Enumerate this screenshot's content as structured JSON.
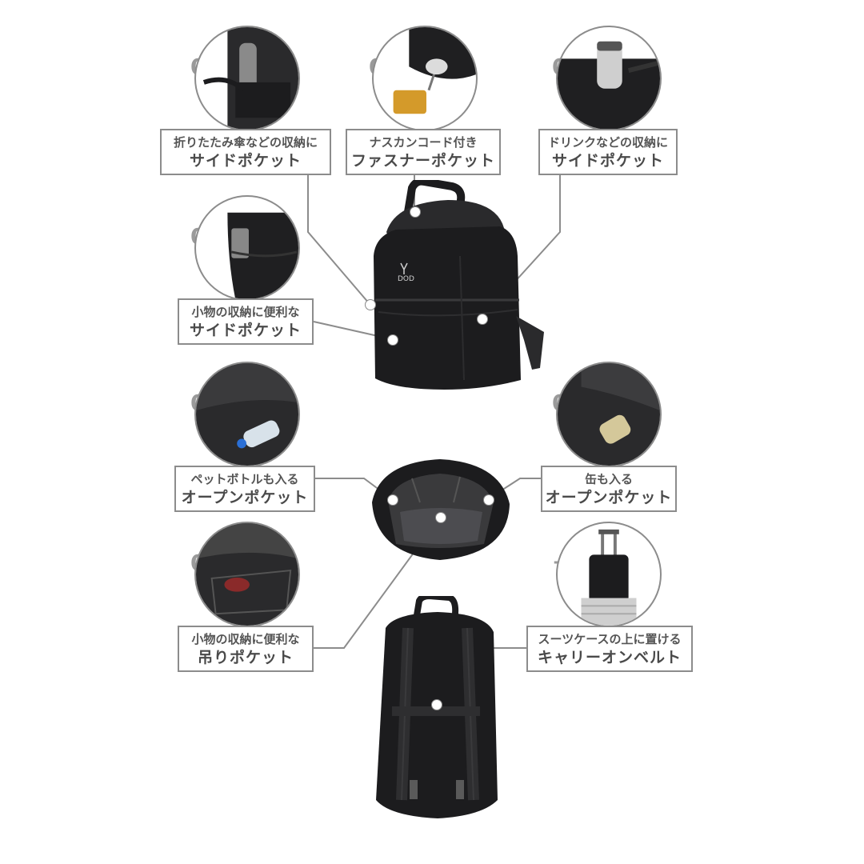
{
  "features": [
    {
      "number": "01",
      "line1": "折りたたみ傘などの収納に",
      "line2": "サイドポケット",
      "icon": "umbrella-side-pocket"
    },
    {
      "number": "02",
      "line1": "ナスカンコード付き",
      "line2": "ファスナーポケット",
      "icon": "zipper-pocket-keys"
    },
    {
      "number": "03",
      "line1": "ドリンクなどの収納に",
      "line2": "サイドポケット",
      "icon": "bottle-side-pocket"
    },
    {
      "number": "04",
      "line1": "小物の収納に便利な",
      "line2": "サイドポケット",
      "icon": "phone-side-pocket"
    },
    {
      "number": "05",
      "line1": "ペットボトルも入る",
      "line2": "オープンポケット",
      "icon": "pet-bottle-pocket"
    },
    {
      "number": "06",
      "line1": "缶も入る",
      "line2": "オープンポケット",
      "icon": "can-pocket"
    },
    {
      "number": "07",
      "line1": "小物の収納に便利な",
      "line2": "吊りポケット",
      "icon": "hanging-pocket"
    },
    {
      "number": "+α",
      "line1": "スーツケースの上に置ける",
      "line2": "キャリーオンベルト",
      "icon": "carry-on-belt"
    }
  ],
  "brand_mark": "DOD",
  "colors": {
    "accent_gray": "#8c8c8c",
    "text_gray": "#4a4a4a",
    "bag_black": "#1c1c1e"
  }
}
